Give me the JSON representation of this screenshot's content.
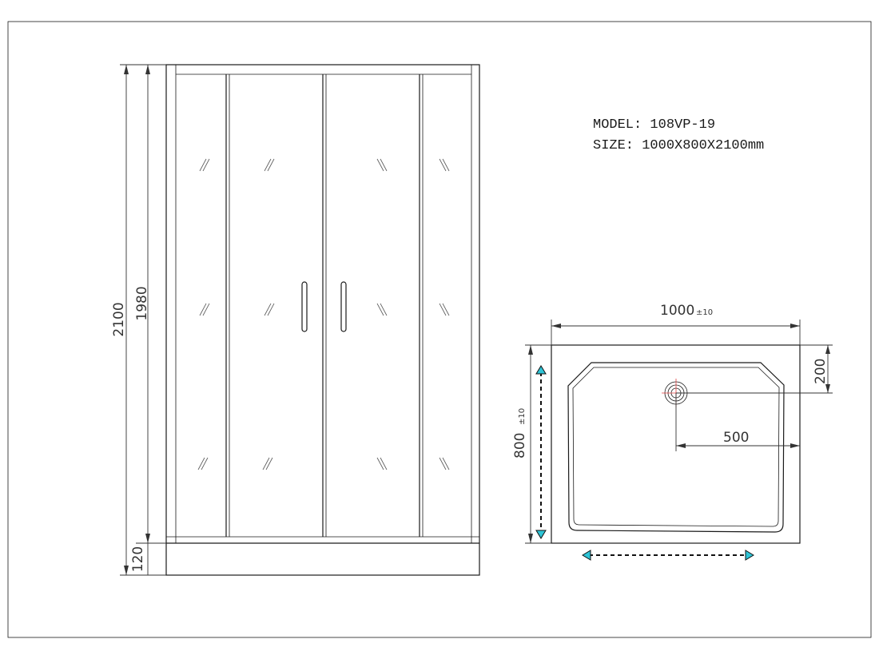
{
  "spec": {
    "model_line": "MODEL: 108VP-19",
    "size_line": "SIZE: 1000X800X2100mm"
  },
  "front_view": {
    "dim_total_height": "2100",
    "dim_glass_height": "1980",
    "dim_base_height": "120"
  },
  "tray_view": {
    "dim_width": "1000",
    "dim_width_tol": "±10",
    "dim_depth": "800",
    "dim_depth_tol": "±10",
    "dim_drain_from_top": "200",
    "dim_drain_from_side": "500",
    "arrow_color": "#2ec4d6"
  }
}
